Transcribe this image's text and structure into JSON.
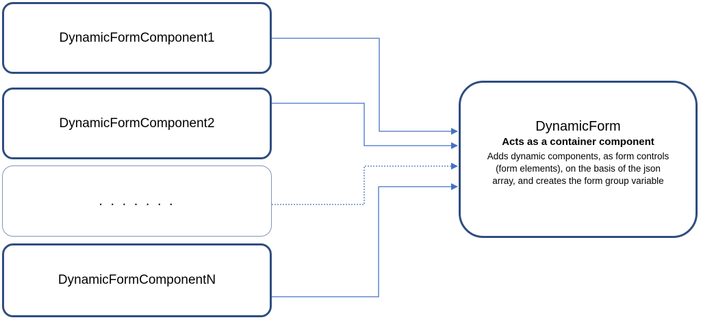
{
  "components": [
    {
      "label": "DynamicFormComponent1"
    },
    {
      "label": "DynamicFormComponent2"
    },
    {
      "label": ". . . . . . ."
    },
    {
      "label": "DynamicFormComponentN"
    }
  ],
  "container": {
    "title": "DynamicForm",
    "subtitle": "Acts as a container component",
    "description": "Adds dynamic components, as form controls (form elements), on the basis of the json array, and creates the form group variable"
  },
  "colors": {
    "box_border": "#2f4d80",
    "connector": "#4472c4"
  }
}
